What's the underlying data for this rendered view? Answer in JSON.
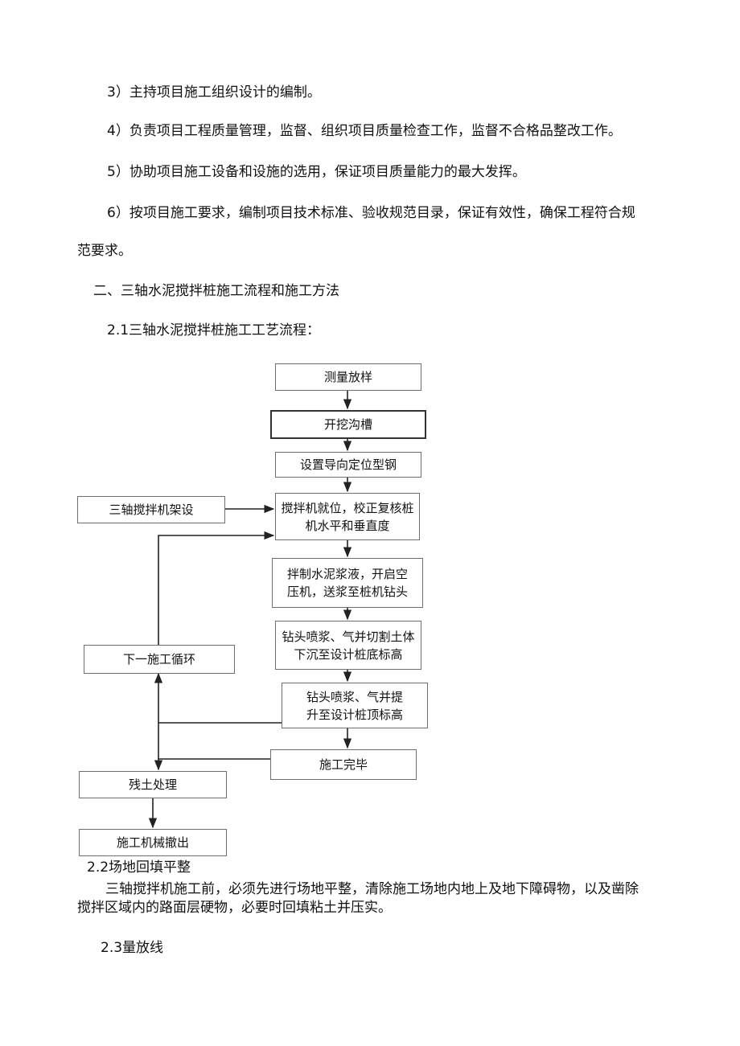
{
  "duties": {
    "item3": "3）主持项目施工组织设计的编制。",
    "item4": "4）负责项目工程质量管理，监督、组织项目质量检查工作，监督不合格品整改工作。",
    "item5": "5）协助项目施工设备和设施的选用，保证项目质量能力的最大发挥。",
    "item6_line1": "6）按项目施工要求，编制项目技术标准、验收规范目录，保证有效性，确保工程符合规",
    "item6_line2": "范要求。"
  },
  "section2": {
    "heading": "二、三轴水泥搅拌桩施工流程和施工方法",
    "sub_2_1": "2.1三轴水泥搅拌桩施工工艺流程："
  },
  "flowchart": {
    "measure": "测量放样",
    "trench": "开挖沟槽",
    "guide": "设置导向定位型钢",
    "rig_setup": "三轴搅拌机架设",
    "position": "搅拌机就位，校正复核桩\n机水平和垂直度",
    "mix": "拌制水泥浆液，开启空\n压机，送浆至桩机钻头",
    "drill_down": "钻头喷浆、气并切割土体\n下沉至设计桩底标高",
    "next_cycle": "下一施工循环",
    "drill_up": "钻头喷浆、气并提\n升至设计桩顶标高",
    "complete": "施工完毕",
    "soil": "残土处理",
    "withdraw": "施工机械撤出"
  },
  "section2_2": {
    "heading": "2.2场地回填平整",
    "para_line1": "三轴搅拌机施工前，必须先进行场地平整，清除施工场地内地上及地下障碍物，以及凿除",
    "para_line2": "搅拌区域内的路面层硬物，必要时回填粘土并压实。"
  },
  "section2_3": {
    "heading": "2.3量放线"
  }
}
